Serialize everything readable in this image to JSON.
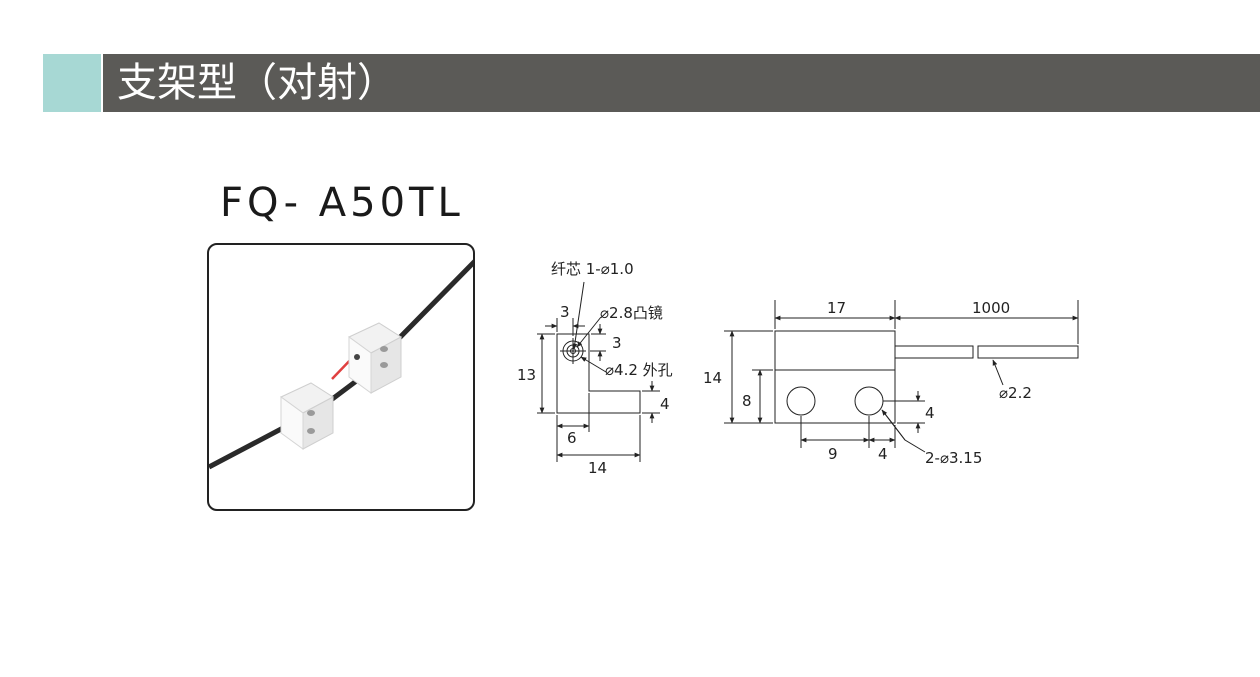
{
  "header": {
    "title": "支架型（对射）",
    "accent_color": "#a7d8d4",
    "bar_color": "#5b5a57"
  },
  "product": {
    "model": "FQ- A50TL"
  },
  "side_view": {
    "fiber_core": "纤芯 1-⌀1.0",
    "convex_lens": "⌀2.8凸镜",
    "outer_hole": "⌀4.2 外孔",
    "dim_top_width": "3",
    "dim_lens_offset": "3",
    "dim_height": "13",
    "dim_step_height": "4",
    "dim_stem_width": "6",
    "dim_total_width": "14"
  },
  "front_view": {
    "dim_body_length": "17",
    "dim_cable_length": "1000",
    "dim_height": "14",
    "dim_lower_height": "8",
    "dim_hole_offset": "4",
    "dim_hole_pitch": "9",
    "dim_hole_edge": "4",
    "holes": "2-⌀3.15",
    "cable_diameter": "⌀2.2"
  }
}
